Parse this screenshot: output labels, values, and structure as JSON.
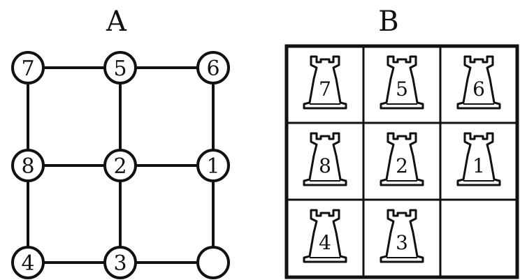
{
  "diagram_a": {
    "title": "A",
    "nodes": [
      "7",
      "5",
      "6",
      "8",
      "2",
      "1",
      "4",
      "3",
      ""
    ]
  },
  "diagram_b": {
    "title": "B",
    "cells": [
      "7",
      "5",
      "6",
      "8",
      "2",
      "1",
      "4",
      "3",
      ""
    ]
  },
  "colors": {
    "ink": "#111111",
    "paper": "#ffffff"
  }
}
